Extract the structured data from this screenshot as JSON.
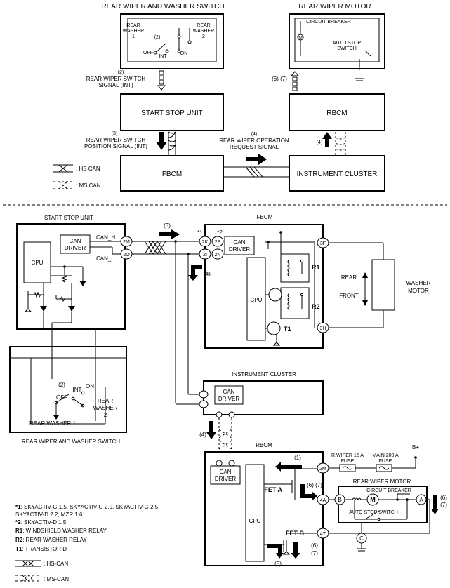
{
  "top": {
    "switch_title": "REAR WIPER AND WASHER SWITCH",
    "motor_title": "REAR WIPER MOTOR",
    "sw_rear_washer_1": [
      "REAR",
      "WASHER",
      "1"
    ],
    "sw_rear_washer_2": [
      "REAR",
      "WASHER",
      "2"
    ],
    "sw_off": "OFF",
    "sw_int": "INT",
    "sw_on": "ON",
    "sw_num": "(2)",
    "circuit_breaker": "CIRCUIT BREAKER",
    "auto_stop": [
      "AUTO STOP",
      "SWITCH"
    ],
    "sig2_num": "(2)",
    "sig2_label": [
      "REAR WIPER SWITCH",
      "SIGNAL (INT)"
    ],
    "sig67": "(6) (7)",
    "ssu": "START STOP UNIT",
    "rbcm": "RBCM",
    "sig3_num": "(3)",
    "sig3_label": [
      "REAR WIPER SWITCH",
      "POSITION SIGNAL (INT)"
    ],
    "sig4_num": "(4)",
    "sig4_label": [
      "REAR WIPER OPERATION",
      "REQUEST SIGNAL"
    ],
    "sig4b": "(4)",
    "fbcm": "FBCM",
    "ic": "INSTRUMENT CLUSTER",
    "legend_hs": ": HS CAN",
    "legend_ms": ": MS CAN"
  },
  "bottom": {
    "ssu_title": "START STOP UNIT",
    "can_driver": [
      "CAN",
      "DRIVER"
    ],
    "can_h": "CAN_H",
    "can_l": "CAN_L",
    "pin_2m": "2M",
    "pin_2o": "2O",
    "cpu": "CPU",
    "sig3": "(3)",
    "fbcm_title": "FBCM",
    "star1": "*1",
    "star2": "*2",
    "pin_2k": "2K",
    "pin_2p": "2P",
    "pin_2i": "2I",
    "pin_2n": "2N",
    "sig4": "(4)",
    "pin_3f": "3F",
    "pin_3h": "3H",
    "r1": "R1",
    "r2": "R2",
    "t1": "T1",
    "rear": "REAR",
    "front": "FRONT",
    "term_a": "A",
    "term_b": "B",
    "motor_m": "M",
    "washer_motor": [
      "WASHER",
      "MOTOR"
    ],
    "ic_title": "INSTRUMENT CLUSTER",
    "switch_title": "REAR WIPER AND WASHER SWITCH",
    "sw_num": "(2)",
    "sw_off": "OFF",
    "sw_int": "INT",
    "sw_on": "ON",
    "sw_rear_washer_1": "REAR WASHER 1",
    "sw_rear_washer_2": [
      "REAR",
      "WASHER",
      "2"
    ],
    "sig4b": "(4)",
    "rbcm_title": "RBCM",
    "sig1": "(1)",
    "fet_a": "FET A",
    "fet_b": "FET B",
    "sig67a": [
      "(6)",
      "(7)"
    ],
    "sig67b": [
      "(6)",
      "(7)"
    ],
    "sig67c": [
      "(6)",
      "(7)"
    ],
    "sig5": "(5)",
    "pin_4a": "4A",
    "pin_4t": "4T",
    "fuse1": [
      "R.WIPER 15 A",
      "FUSE"
    ],
    "fuse2": [
      "MAIN 200 A",
      "FUSE"
    ],
    "bplus": "B+",
    "motor_title": "REAR WIPER MOTOR",
    "circuit_breaker": "CIRCUIT BREAKER",
    "auto_stop": "AUTO STOP SWITCH",
    "term_c": "C"
  },
  "notes": {
    "n1_key": "*1",
    "n1": ": SKYACTIV-G 1.5, SKYACTIV-G 2.0, SKYACTIV-G 2.5,",
    "n1b": "SKYACTIV-D 2.2, MZR 1.6",
    "n2_key": "*2",
    "n2": ": SKYACTIV-D 1.5",
    "r1_key": "R1",
    "r1": ": WINDSHIELD WASHER RELAY",
    "r2_key": "R2",
    "r2": ": REAR WASHER RELAY",
    "t1_key": "T1",
    "t1": ": TRANSISTOR D",
    "hs": ": HS-CAN",
    "ms": ": MS-CAN"
  }
}
